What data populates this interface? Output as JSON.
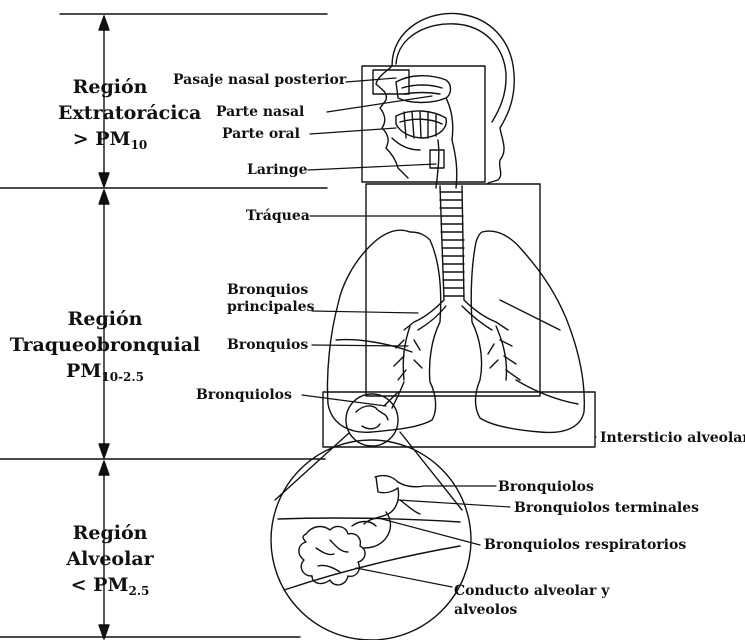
{
  "regions": {
    "extrathoracic": {
      "line1": "Región",
      "line2": "Extratorácica",
      "size_prefix": "> PM",
      "size_sub": "10"
    },
    "tracheobronchial": {
      "line1": "Región",
      "line2": "Traqueobronquial",
      "size_prefix": "PM",
      "size_sub": "10-2.5"
    },
    "alveolar": {
      "line1": "Región",
      "line2": "Alveolar",
      "size_prefix": "< PM",
      "size_sub": "2.5"
    }
  },
  "labels": {
    "posterior_nasal": "Pasaje nasal posterior",
    "nasal_part": "Parte nasal",
    "oral_part": "Parte oral",
    "larynx": "Laringe",
    "trachea": "Tráquea",
    "main_bronchi_1": "Bronquios",
    "main_bronchi_2": "principales",
    "bronchi": "Bronquios",
    "bronchioles": "Bronquiolos",
    "alveolar_interstitium": "Intersticio alveolar",
    "zoom_bronchioles": "Bronquiolos",
    "terminal_bronchioles": "Bronquiolos terminales",
    "respiratory_bronchioles": "Bronquiolos respiratorios",
    "alveolar_duct_1": "Conducto alveolar y",
    "alveolar_duct_2": "alveolos"
  }
}
